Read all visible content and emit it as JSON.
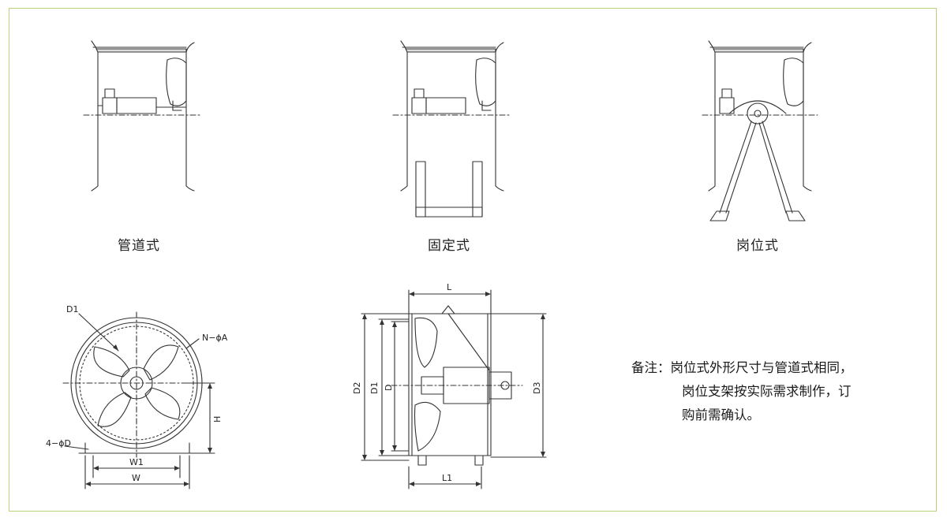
{
  "views": {
    "duct_type": {
      "label": "管道式"
    },
    "fixed_type": {
      "label": "固定式"
    },
    "post_type": {
      "label": "岗位式"
    }
  },
  "front_view": {
    "dims": {
      "d1": "D1",
      "n_phi_a": "N−ϕA",
      "four_phi_d": "4−ϕD",
      "w1": "W1",
      "w": "W",
      "h": "H"
    }
  },
  "side_view": {
    "dims": {
      "l": "L",
      "l1": "L1",
      "d2": "D2",
      "d1": "D1",
      "d": "D",
      "d3": "D3"
    }
  },
  "note": {
    "prefix": "备注：",
    "line1": "岗位式外形尺寸与管道式相同，",
    "line2": "岗位支架按实际需求制作，订",
    "line3": "购前需确认。"
  },
  "colors": {
    "frame_border": "#b9d37a",
    "line": "#333333"
  }
}
